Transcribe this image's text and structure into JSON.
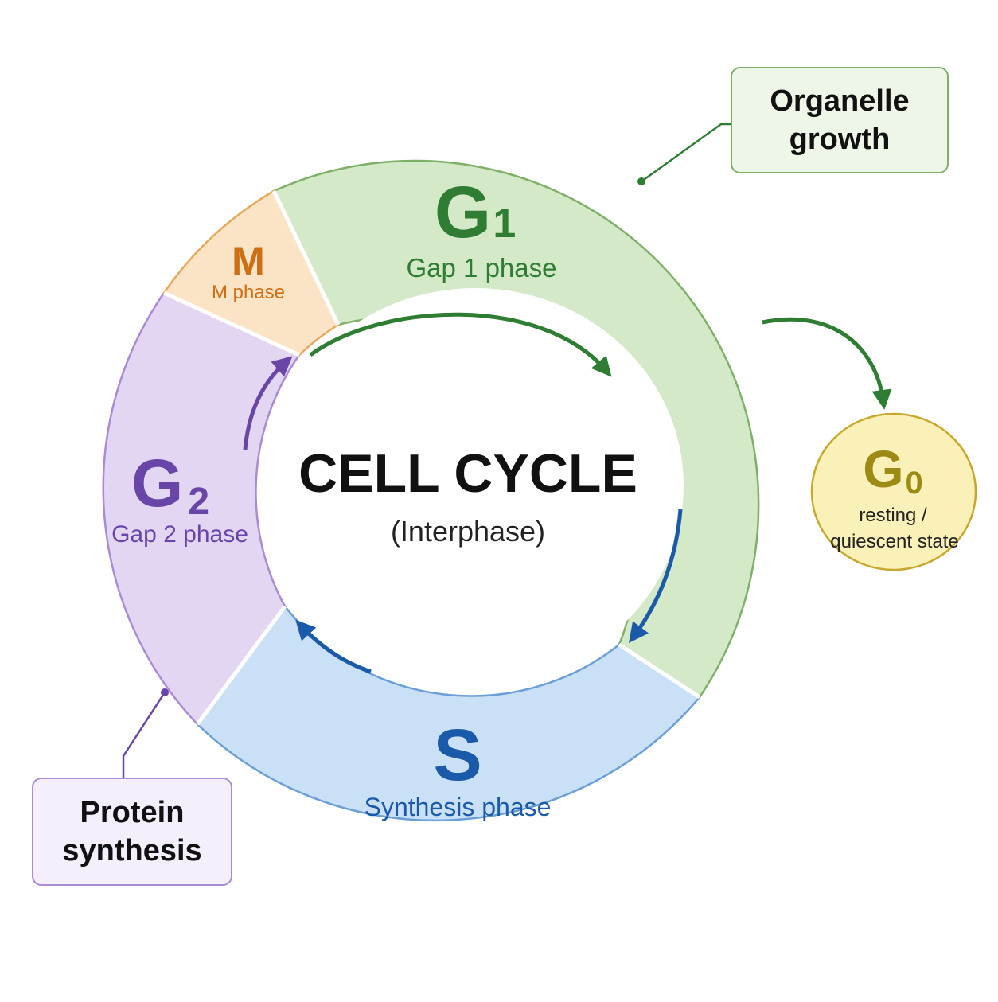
{
  "center": {
    "title": "CELL CYCLE",
    "subtitle": "(Interphase)"
  },
  "phases": {
    "g1": {
      "letter": "G",
      "sub": "1",
      "name": "Gap 1 phase"
    },
    "s": {
      "letter": "S",
      "name": "Synthesis phase"
    },
    "g2": {
      "letter": "G",
      "sub": "2",
      "name": "Gap 2 phase"
    },
    "m": {
      "letter": "M",
      "name": "M phase"
    },
    "g0": {
      "letter": "G",
      "sub": "0",
      "line1": "resting /",
      "line2": "quiescent state"
    }
  },
  "callouts": {
    "organelle": {
      "line1": "Organelle",
      "line2": "growth"
    },
    "protein": {
      "line1": "Protein",
      "line2": "synthesis"
    }
  },
  "colors": {
    "g1_fill": "#d4e9c8",
    "g1_stroke": "#7fb069",
    "g1_text": "#2e7d32",
    "s_fill": "#c9e0f7",
    "s_stroke": "#6a9fd8",
    "s_text": "#1a5aa8",
    "g2_fill": "#e2d6f2",
    "g2_stroke": "#a98bd6",
    "g2_text": "#6a45a8",
    "m_fill": "#fbe3c6",
    "m_stroke": "#e6a95a",
    "m_text": "#cc6f14",
    "g0_fill": "#faf1b8",
    "g0_stroke": "#c8a82c",
    "g0_text": "#9c8a14"
  }
}
